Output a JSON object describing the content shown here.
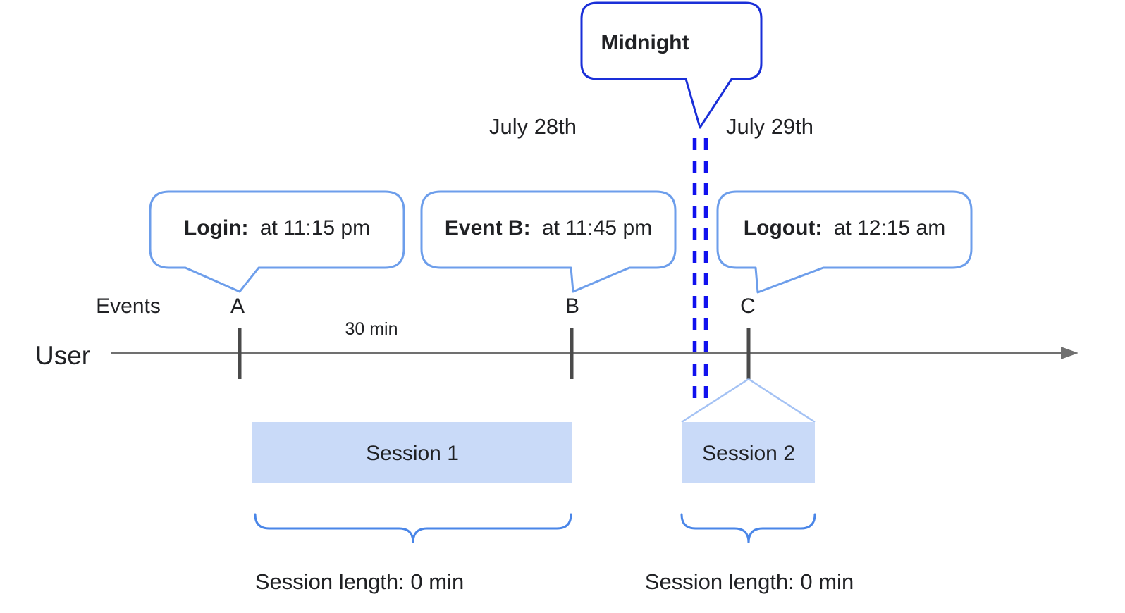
{
  "colors": {
    "accent_light_blue": "#6d9eeb",
    "accent_strong_blue": "#1a2fd8",
    "dash_blue": "#1111ee",
    "brace_blue": "#4a86e8",
    "funnel_blue": "#a4c2f4",
    "session_fill": "#c9daf8",
    "timeline_gray": "#707070",
    "tick_gray": "#4a4a4a",
    "text_black": "#202124"
  },
  "callouts": {
    "midnight": {
      "label": "Midnight"
    },
    "login": {
      "label": "Login:",
      "value": "at 11:15 pm"
    },
    "event_b": {
      "label": "Event B:",
      "value": "at 11:45 pm"
    },
    "logout": {
      "label": "Logout:",
      "value": "at 12:15 am"
    }
  },
  "dates": {
    "left": "July 28th",
    "right": "July 29th"
  },
  "timeline": {
    "events_label": "Events",
    "axis_label": "User",
    "event_a": "A",
    "event_b": "B",
    "event_c": "C",
    "interval_label": "30 min"
  },
  "sessions": {
    "session1": {
      "label": "Session 1",
      "length_label": "Session length: 0 min"
    },
    "session2": {
      "label": "Session 2",
      "length_label": "Session length: 0 min"
    }
  }
}
